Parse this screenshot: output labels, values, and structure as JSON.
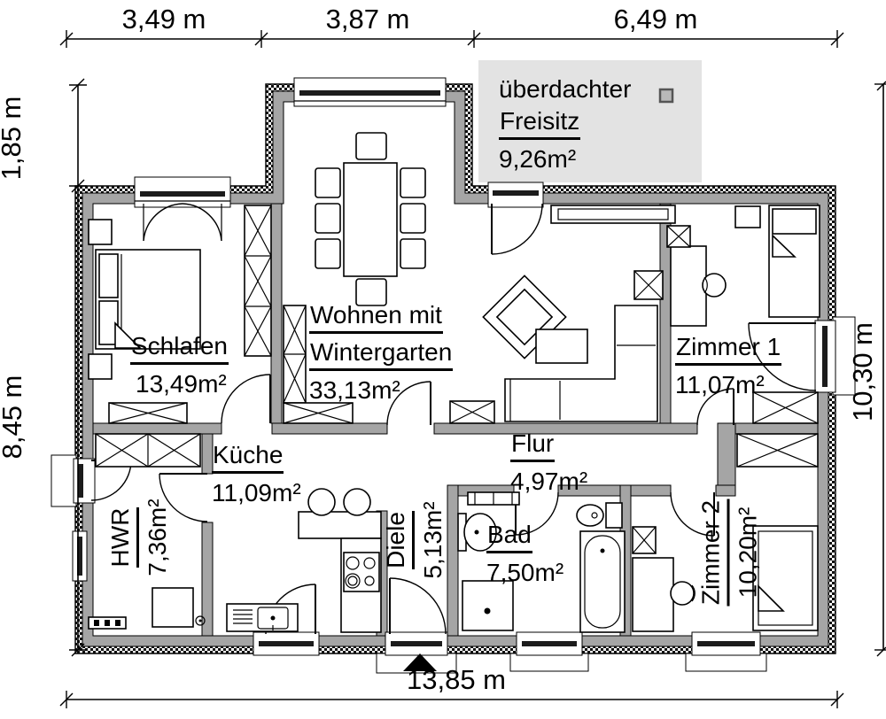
{
  "plan": {
    "rooms": {
      "schlafen": {
        "name": "Schlafen",
        "area": "13,49m²"
      },
      "wohnen": {
        "name_line1": "Wohnen mit",
        "name_line2": "Wintergarten",
        "area": "33,13m²"
      },
      "zimmer1": {
        "name": "Zimmer 1",
        "area": "11,07m²"
      },
      "flur": {
        "name": "Flur",
        "area": "4,97m²"
      },
      "kueche": {
        "name": "Küche",
        "area": "11,09m²"
      },
      "hwr": {
        "name": "HWR",
        "area": "7,36m²"
      },
      "diele": {
        "name": "Diele",
        "area": "5,13m²"
      },
      "bad": {
        "name": "Bad",
        "area": "7,50m²"
      },
      "zimmer2": {
        "name": "Zimmer 2",
        "area": "10,20m²"
      }
    },
    "outdoor": {
      "freisitz": {
        "name_line1": "überdachter",
        "name_line2": "Freisitz",
        "area": "9,26m²"
      }
    },
    "dimensions": {
      "top": [
        "3,49 m",
        "3,87 m",
        "6,49 m"
      ],
      "left": [
        "1,85 m",
        "8,45 m"
      ],
      "right": [
        "10,30 m"
      ],
      "bottom": [
        "13,85 m"
      ]
    },
    "colors": {
      "wall_fill": "#a5a5a5",
      "freisitz_bg": "#e3e3e3",
      "glazing_dark": "#1c1c1c"
    }
  }
}
